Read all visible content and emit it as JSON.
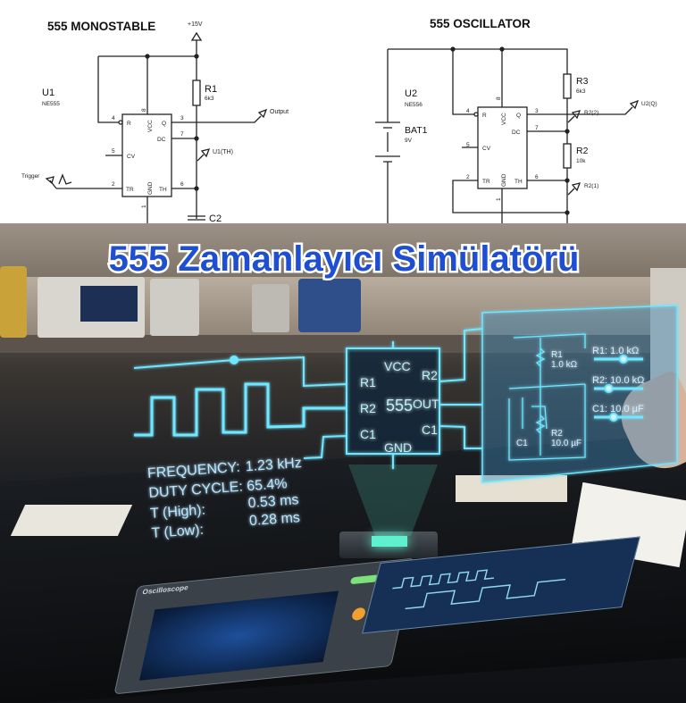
{
  "monostable": {
    "title": "555 MONOSTABLE",
    "supply": "+15V",
    "chip_ref": "U1",
    "chip_part": "NE555",
    "r1_ref": "R1",
    "r1_value": "6k3",
    "c2_ref": "C2",
    "output_label": "Output",
    "probe_label": "U1(TH)",
    "trigger_label": "Trigger",
    "pins": {
      "r": "R",
      "vcc": "VCC",
      "q": "Q",
      "dc": "DC",
      "cv": "CV",
      "tr": "TR",
      "gnd": "GND",
      "th": "TH"
    },
    "pin_numbers": {
      "p4": "4",
      "p8": "8",
      "p3": "3",
      "p7": "7",
      "p5": "5",
      "p2": "2",
      "p6": "6",
      "p1": "1"
    }
  },
  "oscillator": {
    "title": "555 OSCILLATOR",
    "chip_ref": "U2",
    "chip_part": "NE556",
    "battery_ref": "BAT1",
    "battery_value": "9V",
    "r3_ref": "R3",
    "r3_value": "6k3",
    "r2_ref": "R2",
    "r2_value": "10k",
    "output_label": "U2(Q)",
    "probe_r2_2": "R2(2)",
    "probe_r2_1": "R2(1)",
    "pins": {
      "r": "R",
      "vcc": "VCC",
      "q": "Q",
      "dc": "DC",
      "cv": "CV",
      "tr": "TR",
      "gnd": "GND",
      "th": "TH"
    },
    "pin_numbers": {
      "p4": "4",
      "p8": "8",
      "p3": "3",
      "p7": "7",
      "p5": "5",
      "p2": "2",
      "p6": "6",
      "p1": "1"
    }
  },
  "banner": {
    "title": "555 Zamanlayıcı Simülatörü",
    "color": "#1f4fd1"
  },
  "hologram": {
    "color": "#6fe6ff",
    "chip": {
      "name": "555",
      "vcc": "VCC",
      "gnd": "GND",
      "left_pins": [
        "R1",
        "R2",
        "C1"
      ],
      "right_pins": [
        "R2",
        "OUT",
        "C1"
      ]
    },
    "stats": [
      {
        "label": "FREQUENCY:",
        "value": "1.23 kHz"
      },
      {
        "label": "DUTY CYCLE:",
        "value": "65.4%"
      },
      {
        "label": "T (High):",
        "value": "0.53 ms"
      },
      {
        "label": "T (Low):",
        "value": "0.28 ms"
      }
    ],
    "panel": {
      "r1_label": "R1",
      "r1_value": "1.0 kΩ",
      "r2_label": "R2",
      "r2_value": "10.0 µF",
      "c1_label": "C1",
      "sliders": [
        {
          "label": "R1: 1.0 kΩ",
          "level": 0.6
        },
        {
          "label": "R2: 10.0 kΩ",
          "level": 0.3
        },
        {
          "label": "C1: 10.0 µF",
          "level": 0.4
        }
      ]
    }
  },
  "tablet": {
    "title": "Oscilloscope"
  }
}
